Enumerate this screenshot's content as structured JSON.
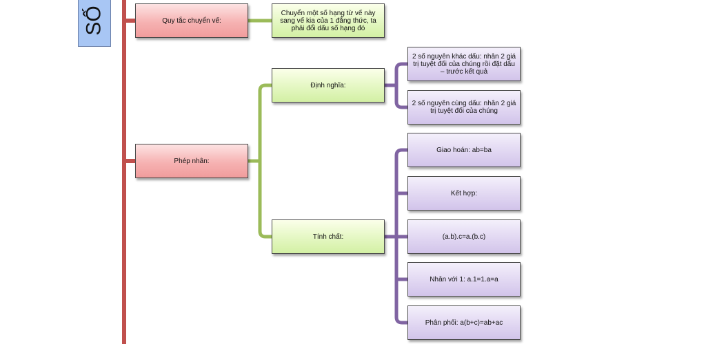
{
  "root": {
    "label": "SỐ"
  },
  "nodes": {
    "quy_tac": "Quy tắc chuyển vế:",
    "quy_tac_desc": "Chuyển một số hạng từ vế này sang vế kia của 1 đẳng thức, ta phải đổi dấu số hạng đó",
    "phep_nhan": "Phép nhân:",
    "dinh_nghia": "Định nghĩa:",
    "khac_dau": "2 số nguyên khác dấu: nhân 2 giá trị tuyệt đối của chúng rồi đặt dấu – trước kết quả",
    "cung_dau": "2 số nguyên cùng dấu: nhân 2 giá trị tuyệt đối của chúng",
    "tinh_chat": "Tính chất:",
    "giao_hoan": "Giao hoán: ab=ba",
    "ket_hop": "Kết hợp:",
    "ket_hop_formula": "(a.b).c=a.(b.c)",
    "nhan_voi_1": "Nhân với 1: a.1=1.a=a",
    "phan_phoi": "Phân phối: a(b+c)=ab+ac"
  },
  "colors": {
    "trunk": "#c0504d",
    "branch_green": "#9bbb59",
    "branch_purple": "#8064a2",
    "root_fill": "#a8c6f4"
  }
}
